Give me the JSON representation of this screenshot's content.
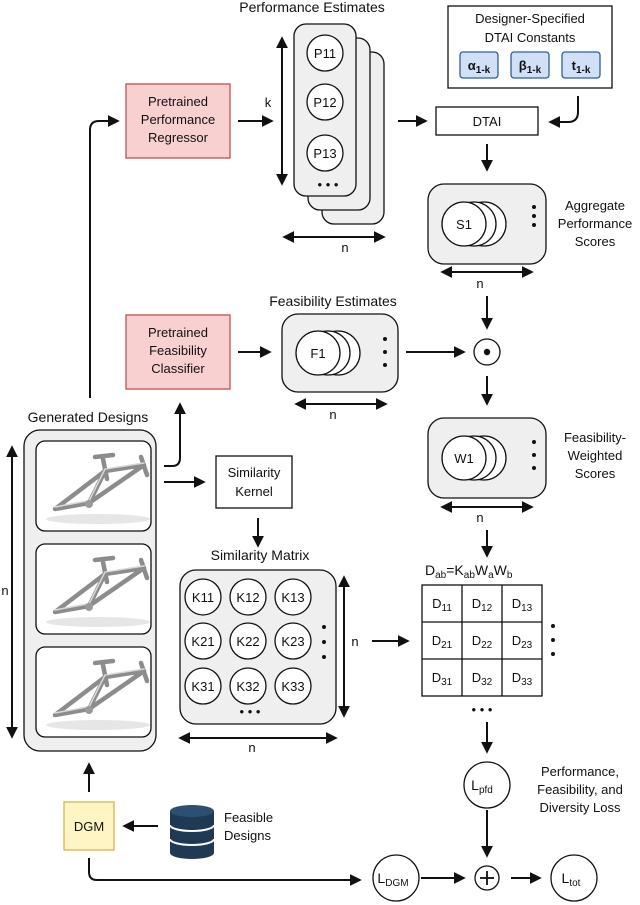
{
  "titles": {
    "performance_estimates": "Performance Estimates",
    "feasibility_estimates": "Feasibility Estimates",
    "generated_designs": "Generated Designs",
    "similarity_matrix": "Similarity Matrix"
  },
  "constants": {
    "title_line1": "Designer-Specified",
    "title_line2": "DTAI Constants",
    "alpha": "α",
    "alpha_sub": "1-k",
    "beta": "β",
    "beta_sub": "1-k",
    "t": "t",
    "t_sub": "1-k"
  },
  "regressor": {
    "line1": "Pretrained",
    "line2": "Performance",
    "line3": "Regressor"
  },
  "classifier": {
    "line1": "Pretrained",
    "line2": "Feasibility",
    "line3": "Classifier"
  },
  "dtai": "DTAI",
  "kernel": {
    "line1": "Similarity",
    "line2": "Kernel"
  },
  "dgm": "DGM",
  "feasible": {
    "line1": "Feasible",
    "line2": "Designs"
  },
  "perf_nodes": [
    "P11",
    "P12",
    "P13"
  ],
  "k_label": "k",
  "n_label": "n",
  "ellipsis": "• • •",
  "aggregate": {
    "node": "S1",
    "line1": "Aggregate",
    "line2": "Performance",
    "line3": "Scores"
  },
  "feas_node": "F1",
  "weighted": {
    "node": "W1",
    "line1": "Feasibility-",
    "line2": "Weighted",
    "line3": "Scores"
  },
  "product_symbol": "⊙",
  "sum_symbol": "+",
  "kernel_matrix": [
    "K11",
    "K12",
    "K13",
    "K21",
    "K22",
    "K23",
    "K31",
    "K32",
    "K33"
  ],
  "d_formula": {
    "D": "D",
    "ab": "ab",
    "eqK": "=K",
    "ab2": "ab",
    "Wa": "W",
    "a": "a",
    "Wb": "W",
    "b": "b"
  },
  "d_cells": [
    {
      "m": "D",
      "s": "11"
    },
    {
      "m": "D",
      "s": "12"
    },
    {
      "m": "D",
      "s": "13"
    },
    {
      "m": "D",
      "s": "21"
    },
    {
      "m": "D",
      "s": "22"
    },
    {
      "m": "D",
      "s": "23"
    },
    {
      "m": "D",
      "s": "31"
    },
    {
      "m": "D",
      "s": "32"
    },
    {
      "m": "D",
      "s": "33"
    }
  ],
  "lpfd": {
    "main": "L",
    "sub": "pfd"
  },
  "loss_label": {
    "line1": "Performance,",
    "line2": "Feasibility, and",
    "line3": "Diversity Loss"
  },
  "ldgm": {
    "main": "L",
    "sub": "DGM"
  },
  "ltot": {
    "main": "L",
    "sub": "tot"
  }
}
